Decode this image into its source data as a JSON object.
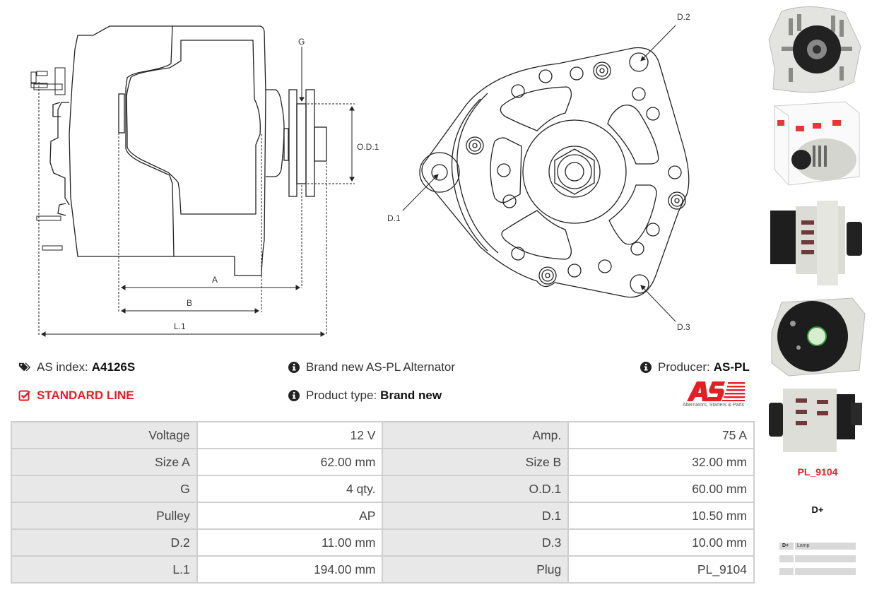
{
  "diagram_labels": {
    "g": "G",
    "od1": "O.D.1",
    "a": "A",
    "b": "B",
    "l1": "L.1",
    "d1": "D.1",
    "d2": "D.2",
    "d3": "D.3"
  },
  "info": {
    "as_index_label": "AS index:",
    "as_index_value": "A4126S",
    "standard_line": "STANDARD LINE",
    "description": "Brand new AS-PL Alternator",
    "product_type_label": "Product type:",
    "product_type_value": "Brand new",
    "producer_label": "Producer:",
    "producer_value": "AS-PL",
    "logo_tagline": "Alternators, Starters & Parts"
  },
  "icons": {
    "tag": "tags-icon",
    "check": "checkbox-checked-icon",
    "info": "info-circle-icon"
  },
  "colors": {
    "accent_red": "#e31e24",
    "label_bg": "#e8e8e8",
    "border": "#cfcfcf"
  },
  "specs": [
    [
      {
        "label": "Voltage",
        "value": "12 V"
      },
      {
        "label": "Amp.",
        "value": "75 A"
      }
    ],
    [
      {
        "label": "Size A",
        "value": "62.00 mm"
      },
      {
        "label": "Size B",
        "value": "32.00 mm"
      }
    ],
    [
      {
        "label": "G",
        "value": "4 qty."
      },
      {
        "label": "O.D.1",
        "value": "60.00 mm"
      }
    ],
    [
      {
        "label": "Pulley",
        "value": "AP"
      },
      {
        "label": "D.1",
        "value": "10.50 mm"
      }
    ],
    [
      {
        "label": "D.2",
        "value": "11.00 mm"
      },
      {
        "label": "D.3",
        "value": "10.00 mm"
      }
    ],
    [
      {
        "label": "L.1",
        "value": "194.00 mm"
      },
      {
        "label": "Plug",
        "value": "PL_9104"
      }
    ]
  ],
  "plug": {
    "code": "PL_9104",
    "pin_title": "D+",
    "pins": [
      {
        "pin": "D+",
        "desc": "Lamp"
      },
      {
        "pin": "",
        "desc": ""
      },
      {
        "pin": "",
        "desc": ""
      }
    ]
  },
  "thumbnails": [
    "alternator-front-photo",
    "alternator-box-photo",
    "alternator-side-photo",
    "alternator-rear-photo",
    "alternator-side-photo-2"
  ]
}
